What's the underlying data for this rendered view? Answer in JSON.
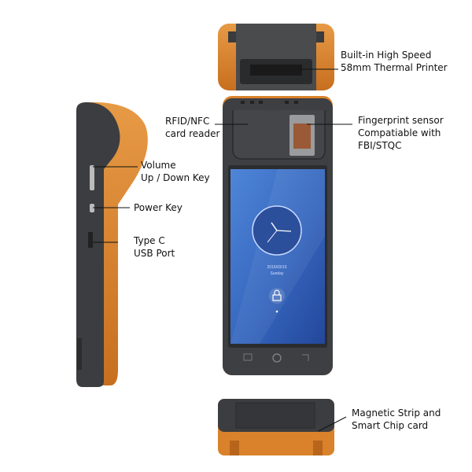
{
  "labels": {
    "printer": [
      "Built-in High Speed",
      "58mm Thermal Printer"
    ],
    "rfid": [
      "RFID/NFC",
      "card reader"
    ],
    "fingerprint": [
      "Fingerprint sensor",
      "Compatiable with",
      "FBI/STQC"
    ],
    "volume": [
      "Volume",
      "Up / Down Key"
    ],
    "power": [
      "Power Key"
    ],
    "usb": [
      "Type C",
      "USB Port"
    ],
    "magnetic": [
      "Magnetic Strip and",
      "Smart Chip card"
    ]
  },
  "screen": {
    "date": "2016/03/15",
    "day": "Sunday",
    "icons": [
      "clock-icon",
      "lock-icon",
      "menu-icon",
      "home-icon",
      "back-icon"
    ]
  },
  "colors": {
    "body_dark": "#3a3b3d",
    "accent_orange": "#d9822b",
    "screen_blue": "#2f5fb8"
  }
}
